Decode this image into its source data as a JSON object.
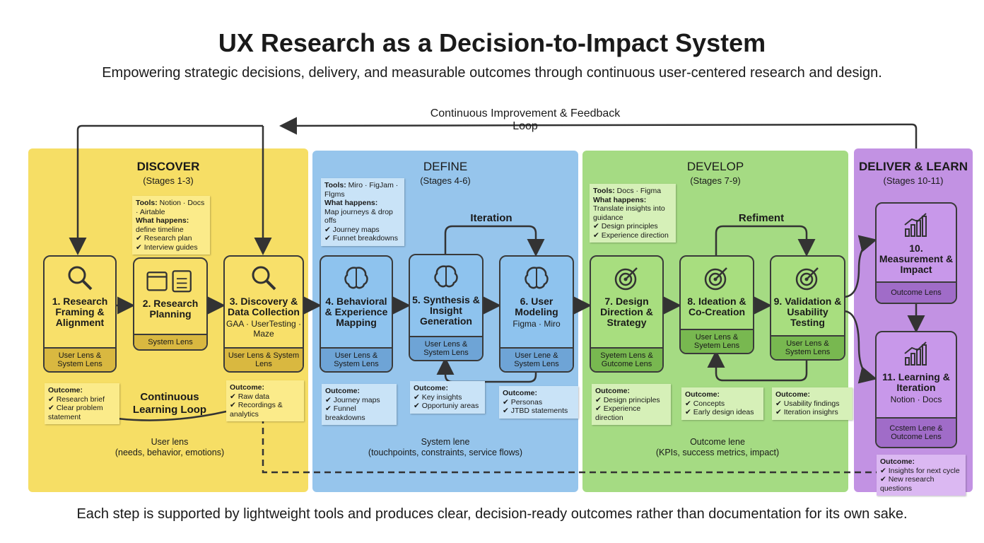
{
  "title": "UX Research as a Decision-to-Impact System",
  "subtitle": "Empowering strategic decisions, delivery, and measurable outcomes through continuous user-centered research and design.",
  "feedback_loop": "Continuous Improvement & Feedback Loop",
  "footer": "Each step is supported by lightweight tools and produces clear, decision-ready outcomes rather than documentation for its own sake.",
  "colors": {
    "discover": "#f5d84a",
    "define": "#7fb8e8",
    "develop": "#92d36a",
    "deliver": "#b77fdc"
  },
  "phases": {
    "discover": {
      "title": "DISCOVER",
      "stages": "(Stages 1-3)",
      "lens_caption": "User lens",
      "lens_detail": "(needs, behavior, emotions)",
      "loop": "Continuous Learning Loop"
    },
    "define": {
      "title": "DEFINE",
      "stages": "(Stages 4-6)",
      "lens_caption": "System lene",
      "lens_detail": "(touchpoints, constraints, service flows)",
      "loop": "Iteration"
    },
    "develop": {
      "title": "DEVELOP",
      "stages": "(Stages 7-9)",
      "lens_caption": "Outcome lene",
      "lens_detail": "(KPIs, success metrics, impact)",
      "loop": "Refiment"
    },
    "deliver": {
      "title": "DELIVER & LEARN",
      "stages": "(Stages 10-11)"
    }
  },
  "tool_notes": {
    "discover": {
      "tools_label": "Tools:",
      "tools": "Notion · Docs · Airtable",
      "what_label": "What happens:",
      "what": "define timeline",
      "items": [
        "✔ Research plan",
        "✔ Interview guides"
      ]
    },
    "define": {
      "tools_label": "Tools:",
      "tools": "Miro · FigJam · Flgms",
      "what_label": "What happens:",
      "what": "Map journeys & drop offs",
      "items": [
        "✔ Journey maps",
        "✔ Funnet breakdowns"
      ]
    },
    "develop": {
      "tools_label": "Tools:",
      "tools": "Docs · Figma",
      "what_label": "What happens:",
      "what": "Translate insights into guidance",
      "items": [
        "✔ Design principles",
        "✔ Experience direction"
      ]
    }
  },
  "cards": [
    {
      "title": "1. Research Framing & Alignment",
      "sub": "",
      "lens": "User Lens & System Lens",
      "icon": "magnifier-icon"
    },
    {
      "title": "2. Research Planning",
      "sub": "",
      "lens": "System Lens",
      "icon": "calendar-clipboard-icon"
    },
    {
      "title": "3. Discovery & Data Collection",
      "sub": "GAA · UserTesting · Maze",
      "lens": "User Lens & System Lens",
      "icon": "magnifier-icon"
    },
    {
      "title": "4. Behavioral & Experience Mapping",
      "sub": "",
      "lens": "User Lens & System Lens",
      "icon": "brain-icon"
    },
    {
      "title": "5. Synthesis & Insight Generation",
      "sub": "",
      "lens": "User Lens & System Lens",
      "icon": "brain-icon"
    },
    {
      "title": "6. User Modeling",
      "sub": "Figma · Miro",
      "lens": "User Lene & System Lens",
      "icon": "brain-icon"
    },
    {
      "title": "7. Design Direction & Strategy",
      "sub": "",
      "lens": "Syetem Lens & Gutcome Lens",
      "icon": "target-icon"
    },
    {
      "title": "8. Ideation & Co-Creation",
      "sub": "",
      "lens": "User Lens & Syetem Lens",
      "icon": "target-icon"
    },
    {
      "title": "9. Validation & Usability Testing",
      "sub": "",
      "lens": "User Lens & System Lens",
      "icon": "target-icon"
    },
    {
      "title": "10. Measurement & Impact",
      "sub": "",
      "lens": "Outcome Lens",
      "icon": "bar-chart-icon"
    },
    {
      "title": "11. Learning & Iteration",
      "sub": "Notion · Docs",
      "lens": "Ccstem Lene & Outcome Lens",
      "icon": "bar-chart-icon"
    }
  ],
  "outcomes": [
    {
      "label": "Outcome:",
      "items": [
        "✔ Research brief",
        "✔ Clear problem statement"
      ]
    },
    {
      "label": "Outcome:",
      "items": [
        "✔ Raw data",
        "✔ Recordings & analytics"
      ]
    },
    {
      "label": "Outcome:",
      "items": [
        "✔ Journey maps",
        "✔ Funnel breakdowns"
      ]
    },
    {
      "label": "Outcome:",
      "items": [
        "✔ Key insights",
        "✔ Opportuniy areas"
      ]
    },
    {
      "label": "Outcome:",
      "items": [
        "✔ Personas",
        "✔ JTBD statements"
      ]
    },
    {
      "label": "Outcome:",
      "items": [
        "✔ Design principles",
        "✔ Experience direction"
      ]
    },
    {
      "label": "Outcome:",
      "items": [
        "✔ Concepts",
        "✔ Early design ideas"
      ]
    },
    {
      "label": "Outcome:",
      "items": [
        "✔ Usability findings",
        "✔ Iteration insighrs"
      ]
    },
    {
      "label": "Outcome:",
      "items": [
        "✔ Insights for next cycle",
        "✔ New research questions"
      ]
    }
  ]
}
